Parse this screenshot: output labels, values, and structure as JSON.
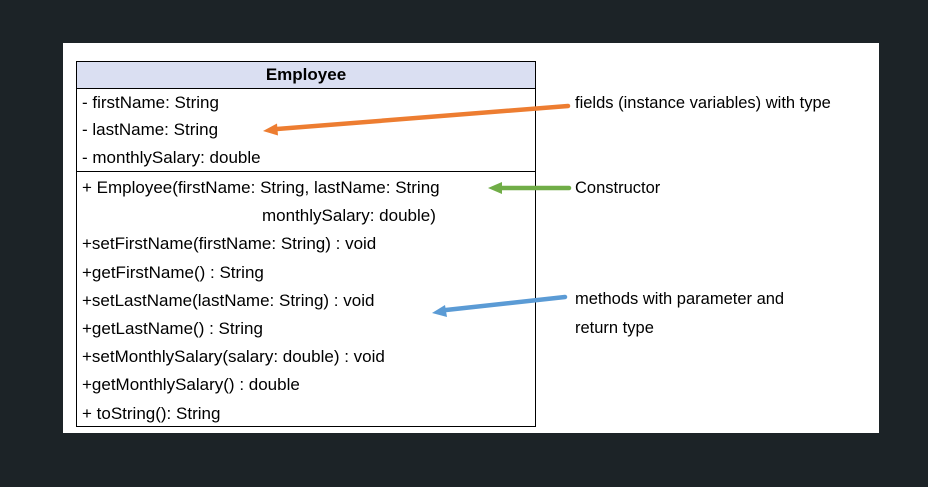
{
  "canvas": {
    "background_color": "#1c2327",
    "panel_color": "#ffffff"
  },
  "uml_class": {
    "title": "Employee",
    "header_background": "#dadff2",
    "border_color": "#000000",
    "fields": [
      {
        "text": "- firstName: String"
      },
      {
        "text": "- lastName: String"
      },
      {
        "text": "- monthlySalary: double"
      }
    ],
    "methods": [
      {
        "text": "+ Employee(firstName: String, lastName: String",
        "indent": false
      },
      {
        "text": "monthlySalary: double)",
        "indent": true
      },
      {
        "text": "+setFirstName(firstName: String) : void",
        "indent": false
      },
      {
        "text": "+getFirstName() : String",
        "indent": false
      },
      {
        "text": "+setLastName(lastName: String) : void",
        "indent": false
      },
      {
        "text": "+getLastName() : String",
        "indent": false
      },
      {
        "text": "+setMonthlySalary(salary: double) : void",
        "indent": false
      },
      {
        "text": "+getMonthlySalary() : double",
        "indent": false
      },
      {
        "text": "+ toString(): String",
        "indent": false
      }
    ]
  },
  "annotations": [
    {
      "id": "fields",
      "text": "fields (instance variables) with type",
      "arrow_color": "#ED7D31",
      "points_to": "lastName field"
    },
    {
      "id": "constructor",
      "text": "Constructor",
      "arrow_color": "#70AD47",
      "points_to": "Employee constructor"
    },
    {
      "id": "methods",
      "text": "methods with parameter and return type",
      "arrow_color": "#5B9BD5",
      "points_to": "setLastName method"
    }
  ]
}
